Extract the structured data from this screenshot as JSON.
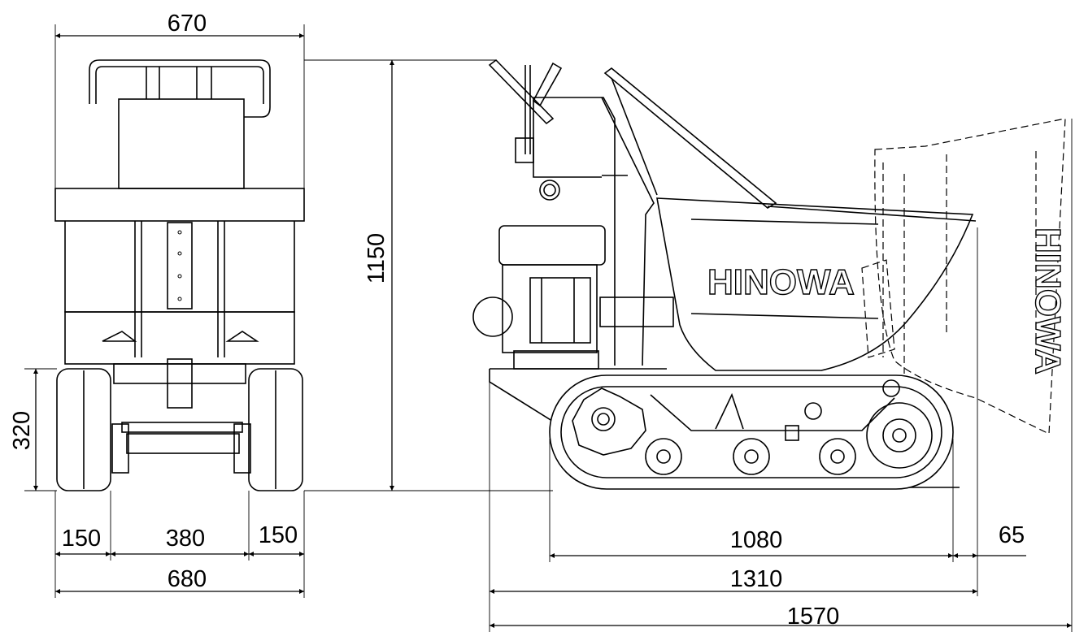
{
  "drawing": {
    "brand": "HINOWA",
    "dimensions": {
      "front_top_width": "670",
      "height": "1150",
      "track_height": "320",
      "track_left": "150",
      "track_gap": "380",
      "track_right": "150",
      "front_total_width": "680",
      "track_length": "1080",
      "rear_overhang": "65",
      "body_length": "1310",
      "total_length": "1570"
    }
  }
}
